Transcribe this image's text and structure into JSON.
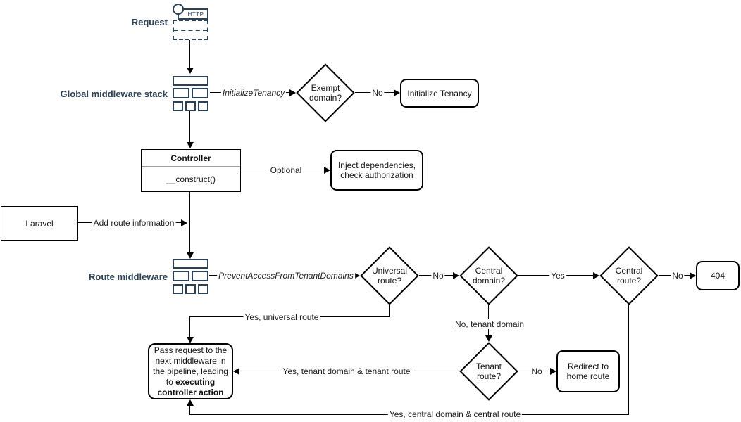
{
  "diagram": {
    "request": {
      "label": "Request",
      "http_badge": "HTTP"
    },
    "global_middleware_label": "Global middleware stack",
    "route_middleware_label": "Route middleware",
    "nodes": {
      "exempt_domain": "Exempt domain?",
      "initialize_tenancy": "Initialize Tenancy",
      "controller_title": "Controller",
      "controller_method": "__construct()",
      "inject_dependencies": "Inject dependencies, check authorization",
      "laravel": "Laravel",
      "universal_route": "Universal route?",
      "central_domain": "Central domain?",
      "central_route": "Central route?",
      "not_found": "404",
      "tenant_route": "Tenant route?",
      "redirect_home": "Redirect to home route",
      "pass_request_normal": "Pass request to the next middleware in the pipeline, leading to ",
      "pass_request_bold": "executing controller action"
    },
    "edge_labels": {
      "initialize_tenancy_middleware": "InitializeTenancy",
      "exempt_no": "No",
      "optional": "Optional",
      "add_route_information": "Add route information",
      "prevent_access_middleware": "PreventAccessFromTenantDomains",
      "universal_no": "No",
      "central_domain_yes": "Yes",
      "central_route_no": "No",
      "universal_yes": "Yes, universal route",
      "central_domain_no": "No, tenant domain",
      "tenant_no": "No",
      "tenant_yes": "Yes, tenant domain & tenant route",
      "central_route_yes": "Yes, central domain & central route"
    },
    "colors": {
      "accent": "#2d4154",
      "stroke": "#000000"
    }
  }
}
